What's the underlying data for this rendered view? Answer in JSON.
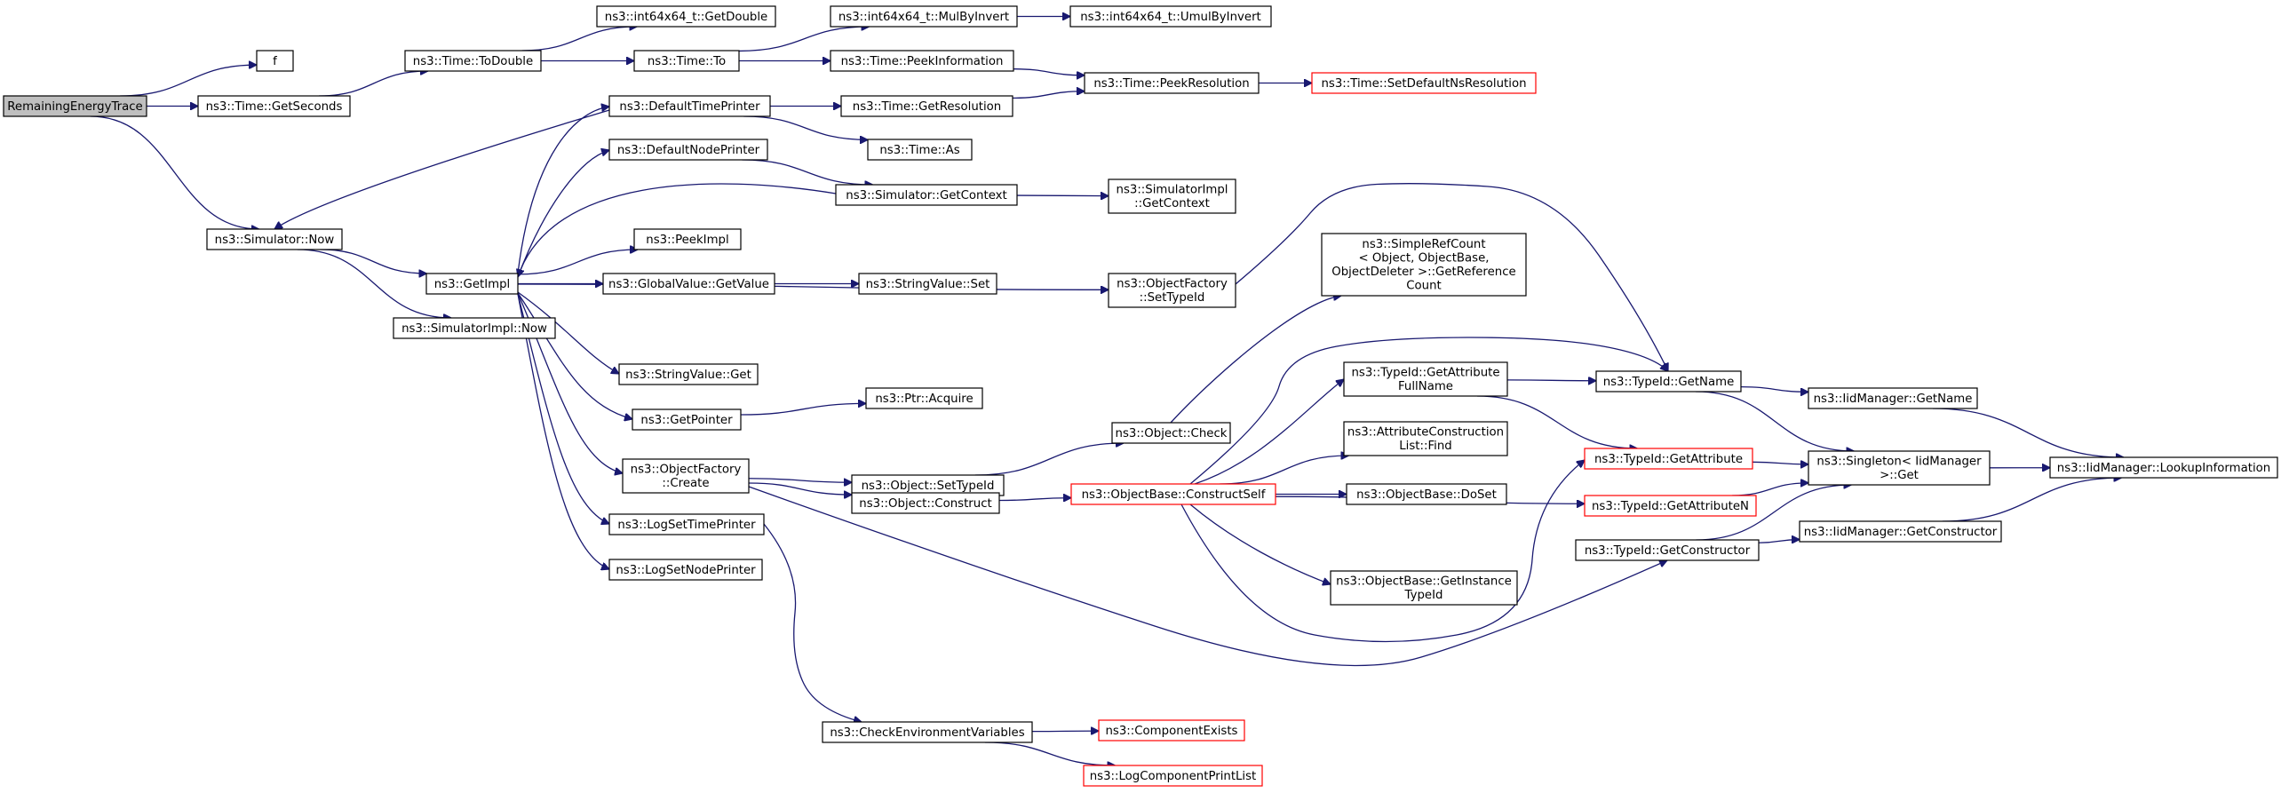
{
  "colors": {
    "node_border": "#000000",
    "node_fill": "#ffffff",
    "root_fill": "#bfbfbf",
    "truncated_border": "#ff0000",
    "edge": "#191970"
  },
  "graph": {
    "title": "",
    "nodes": [
      {
        "id": "n0",
        "lines": [
          "RemainingEnergyTrace"
        ],
        "style": "root",
        "interactable": false
      },
      {
        "id": "n1",
        "lines": [
          "f"
        ],
        "style": "normal",
        "interactable": true
      },
      {
        "id": "n2",
        "lines": [
          "ns3::Time::GetSeconds"
        ],
        "style": "normal",
        "interactable": true
      },
      {
        "id": "n3",
        "lines": [
          "ns3::Time::ToDouble"
        ],
        "style": "normal",
        "interactable": true
      },
      {
        "id": "n4",
        "lines": [
          "ns3::int64x64_t::GetDouble"
        ],
        "style": "normal",
        "interactable": true
      },
      {
        "id": "n5",
        "lines": [
          "ns3::Time::To"
        ],
        "style": "normal",
        "interactable": true
      },
      {
        "id": "n6",
        "lines": [
          "ns3::int64x64_t::MulByInvert"
        ],
        "style": "normal",
        "interactable": true
      },
      {
        "id": "n7",
        "lines": [
          "ns3::int64x64_t::UmulByInvert"
        ],
        "style": "normal",
        "interactable": true
      },
      {
        "id": "n8",
        "lines": [
          "ns3::Time::PeekInformation"
        ],
        "style": "normal",
        "interactable": true
      },
      {
        "id": "n9",
        "lines": [
          "ns3::Time::PeekResolution"
        ],
        "style": "normal",
        "interactable": true
      },
      {
        "id": "n10",
        "lines": [
          "ns3::Time::SetDefaultNsResolution"
        ],
        "style": "truncated",
        "interactable": true
      },
      {
        "id": "n11",
        "lines": [
          "ns3::DefaultTimePrinter"
        ],
        "style": "normal",
        "interactable": true
      },
      {
        "id": "n12",
        "lines": [
          "ns3::Time::GetResolution"
        ],
        "style": "normal",
        "interactable": true
      },
      {
        "id": "n13",
        "lines": [
          "ns3::Time::As"
        ],
        "style": "normal",
        "interactable": true
      },
      {
        "id": "n14",
        "lines": [
          "ns3::DefaultNodePrinter"
        ],
        "style": "normal",
        "interactable": true
      },
      {
        "id": "n15",
        "lines": [
          "ns3::Simulator::GetContext"
        ],
        "style": "normal",
        "interactable": true
      },
      {
        "id": "n16",
        "lines": [
          "ns3::SimulatorImpl",
          "::GetContext"
        ],
        "style": "normal",
        "interactable": true
      },
      {
        "id": "n17",
        "lines": [
          "ns3::Simulator::Now"
        ],
        "style": "normal",
        "interactable": true
      },
      {
        "id": "n18",
        "lines": [
          "ns3::PeekImpl"
        ],
        "style": "normal",
        "interactable": true
      },
      {
        "id": "n19",
        "lines": [
          "ns3::GetImpl"
        ],
        "style": "normal",
        "interactable": true
      },
      {
        "id": "n20",
        "lines": [
          "ns3::GlobalValue::GetValue"
        ],
        "style": "normal",
        "interactable": true
      },
      {
        "id": "n21",
        "lines": [
          "ns3::StringValue::Set"
        ],
        "style": "normal",
        "interactable": true
      },
      {
        "id": "n22",
        "lines": [
          "ns3::SimulatorImpl::Now"
        ],
        "style": "normal",
        "interactable": true
      },
      {
        "id": "n23",
        "lines": [
          "ns3::ObjectFactory",
          "::SetTypeId"
        ],
        "style": "normal",
        "interactable": true
      },
      {
        "id": "n24",
        "lines": [
          "ns3::SimpleRefCount",
          "< Object, ObjectBase,",
          "ObjectDeleter >::GetReference",
          "Count"
        ],
        "style": "normal",
        "interactable": true
      },
      {
        "id": "n25",
        "lines": [
          "ns3::StringValue::Get"
        ],
        "style": "normal",
        "interactable": true
      },
      {
        "id": "n26",
        "lines": [
          "ns3::TypeId::GetAttribute",
          "FullName"
        ],
        "style": "normal",
        "interactable": true
      },
      {
        "id": "n27",
        "lines": [
          "ns3::TypeId::GetName"
        ],
        "style": "normal",
        "interactable": true
      },
      {
        "id": "n28",
        "lines": [
          "ns3::IidManager::GetName"
        ],
        "style": "normal",
        "interactable": true
      },
      {
        "id": "n29",
        "lines": [
          "ns3::Ptr::Acquire"
        ],
        "style": "normal",
        "interactable": true
      },
      {
        "id": "n30",
        "lines": [
          "ns3::GetPointer"
        ],
        "style": "normal",
        "interactable": true
      },
      {
        "id": "n31",
        "lines": [
          "ns3::Object::Check"
        ],
        "style": "normal",
        "interactable": true
      },
      {
        "id": "n32",
        "lines": [
          "ns3::AttributeConstruction",
          "List::Find"
        ],
        "style": "normal",
        "interactable": true
      },
      {
        "id": "n33",
        "lines": [
          "ns3::TypeId::GetAttribute"
        ],
        "style": "truncated",
        "interactable": true
      },
      {
        "id": "n34",
        "lines": [
          "ns3::Singleton< IidManager",
          ">::Get"
        ],
        "style": "normal",
        "interactable": true
      },
      {
        "id": "n35",
        "lines": [
          "ns3::IidManager::LookupInformation"
        ],
        "style": "normal",
        "interactable": true
      },
      {
        "id": "n36",
        "lines": [
          "ns3::Object::SetTypeId"
        ],
        "style": "normal",
        "interactable": true
      },
      {
        "id": "n37",
        "lines": [
          "ns3::ObjectFactory",
          "::Create"
        ],
        "style": "normal",
        "interactable": true
      },
      {
        "id": "n38",
        "lines": [
          "ns3::Object::Construct"
        ],
        "style": "normal",
        "interactable": true
      },
      {
        "id": "n39",
        "lines": [
          "ns3::ObjectBase::ConstructSelf"
        ],
        "style": "truncated",
        "interactable": true
      },
      {
        "id": "n40",
        "lines": [
          "ns3::ObjectBase::DoSet"
        ],
        "style": "normal",
        "interactable": true
      },
      {
        "id": "n41",
        "lines": [
          "ns3::TypeId::GetAttributeN"
        ],
        "style": "truncated",
        "interactable": true
      },
      {
        "id": "n42",
        "lines": [
          "ns3::LogSetTimePrinter"
        ],
        "style": "normal",
        "interactable": true
      },
      {
        "id": "n43",
        "lines": [
          "ns3::TypeId::GetConstructor"
        ],
        "style": "normal",
        "interactable": true
      },
      {
        "id": "n44",
        "lines": [
          "ns3::IidManager::GetConstructor"
        ],
        "style": "normal",
        "interactable": true
      },
      {
        "id": "n45",
        "lines": [
          "ns3::LogSetNodePrinter"
        ],
        "style": "normal",
        "interactable": true
      },
      {
        "id": "n46",
        "lines": [
          "ns3::ObjectBase::GetInstance",
          "TypeId"
        ],
        "style": "normal",
        "interactable": true
      },
      {
        "id": "n47",
        "lines": [
          "ns3::CheckEnvironmentVariables"
        ],
        "style": "normal",
        "interactable": true
      },
      {
        "id": "n48",
        "lines": [
          "ns3::ComponentExists"
        ],
        "style": "truncated",
        "interactable": true
      },
      {
        "id": "n49",
        "lines": [
          "ns3::LogComponentPrintList"
        ],
        "style": "truncated",
        "interactable": true
      }
    ],
    "edges": [
      {
        "from": "n0",
        "to": "n1"
      },
      {
        "from": "n0",
        "to": "n2"
      },
      {
        "from": "n0",
        "to": "n17"
      },
      {
        "from": "n2",
        "to": "n3"
      },
      {
        "from": "n3",
        "to": "n4"
      },
      {
        "from": "n3",
        "to": "n5"
      },
      {
        "from": "n5",
        "to": "n6"
      },
      {
        "from": "n5",
        "to": "n8"
      },
      {
        "from": "n6",
        "to": "n7"
      },
      {
        "from": "n8",
        "to": "n9"
      },
      {
        "from": "n9",
        "to": "n10"
      },
      {
        "from": "n11",
        "to": "n12"
      },
      {
        "from": "n11",
        "to": "n13"
      },
      {
        "from": "n11",
        "to": "n17"
      },
      {
        "from": "n12",
        "to": "n9"
      },
      {
        "from": "n14",
        "to": "n15"
      },
      {
        "from": "n15",
        "to": "n16"
      },
      {
        "from": "n15",
        "to": "n19"
      },
      {
        "from": "n17",
        "to": "n19"
      },
      {
        "from": "n17",
        "to": "n22"
      },
      {
        "from": "n19",
        "to": "n11"
      },
      {
        "from": "n19",
        "to": "n14"
      },
      {
        "from": "n19",
        "to": "n18"
      },
      {
        "from": "n19",
        "to": "n20"
      },
      {
        "from": "n19",
        "to": "n23"
      },
      {
        "from": "n19",
        "to": "n25"
      },
      {
        "from": "n19",
        "to": "n30"
      },
      {
        "from": "n19",
        "to": "n37"
      },
      {
        "from": "n19",
        "to": "n42"
      },
      {
        "from": "n19",
        "to": "n45"
      },
      {
        "from": "n20",
        "to": "n21"
      },
      {
        "from": "n23",
        "to": "n27"
      },
      {
        "from": "n26",
        "to": "n27"
      },
      {
        "from": "n26",
        "to": "n33"
      },
      {
        "from": "n27",
        "to": "n28"
      },
      {
        "from": "n27",
        "to": "n34"
      },
      {
        "from": "n28",
        "to": "n35"
      },
      {
        "from": "n30",
        "to": "n29"
      },
      {
        "from": "n31",
        "to": "n24"
      },
      {
        "from": "n33",
        "to": "n34"
      },
      {
        "from": "n34",
        "to": "n35"
      },
      {
        "from": "n36",
        "to": "n31"
      },
      {
        "from": "n37",
        "to": "n36"
      },
      {
        "from": "n37",
        "to": "n38"
      },
      {
        "from": "n37",
        "to": "n43"
      },
      {
        "from": "n38",
        "to": "n39"
      },
      {
        "from": "n39",
        "to": "n26"
      },
      {
        "from": "n39",
        "to": "n27"
      },
      {
        "from": "n39",
        "to": "n32"
      },
      {
        "from": "n39",
        "to": "n40"
      },
      {
        "from": "n39",
        "to": "n41"
      },
      {
        "from": "n39",
        "to": "n46"
      },
      {
        "from": "n39",
        "to": "n33"
      },
      {
        "from": "n41",
        "to": "n34"
      },
      {
        "from": "n42",
        "to": "n47"
      },
      {
        "from": "n43",
        "to": "n44"
      },
      {
        "from": "n43",
        "to": "n34"
      },
      {
        "from": "n44",
        "to": "n35"
      },
      {
        "from": "n47",
        "to": "n48"
      },
      {
        "from": "n47",
        "to": "n49"
      }
    ]
  }
}
